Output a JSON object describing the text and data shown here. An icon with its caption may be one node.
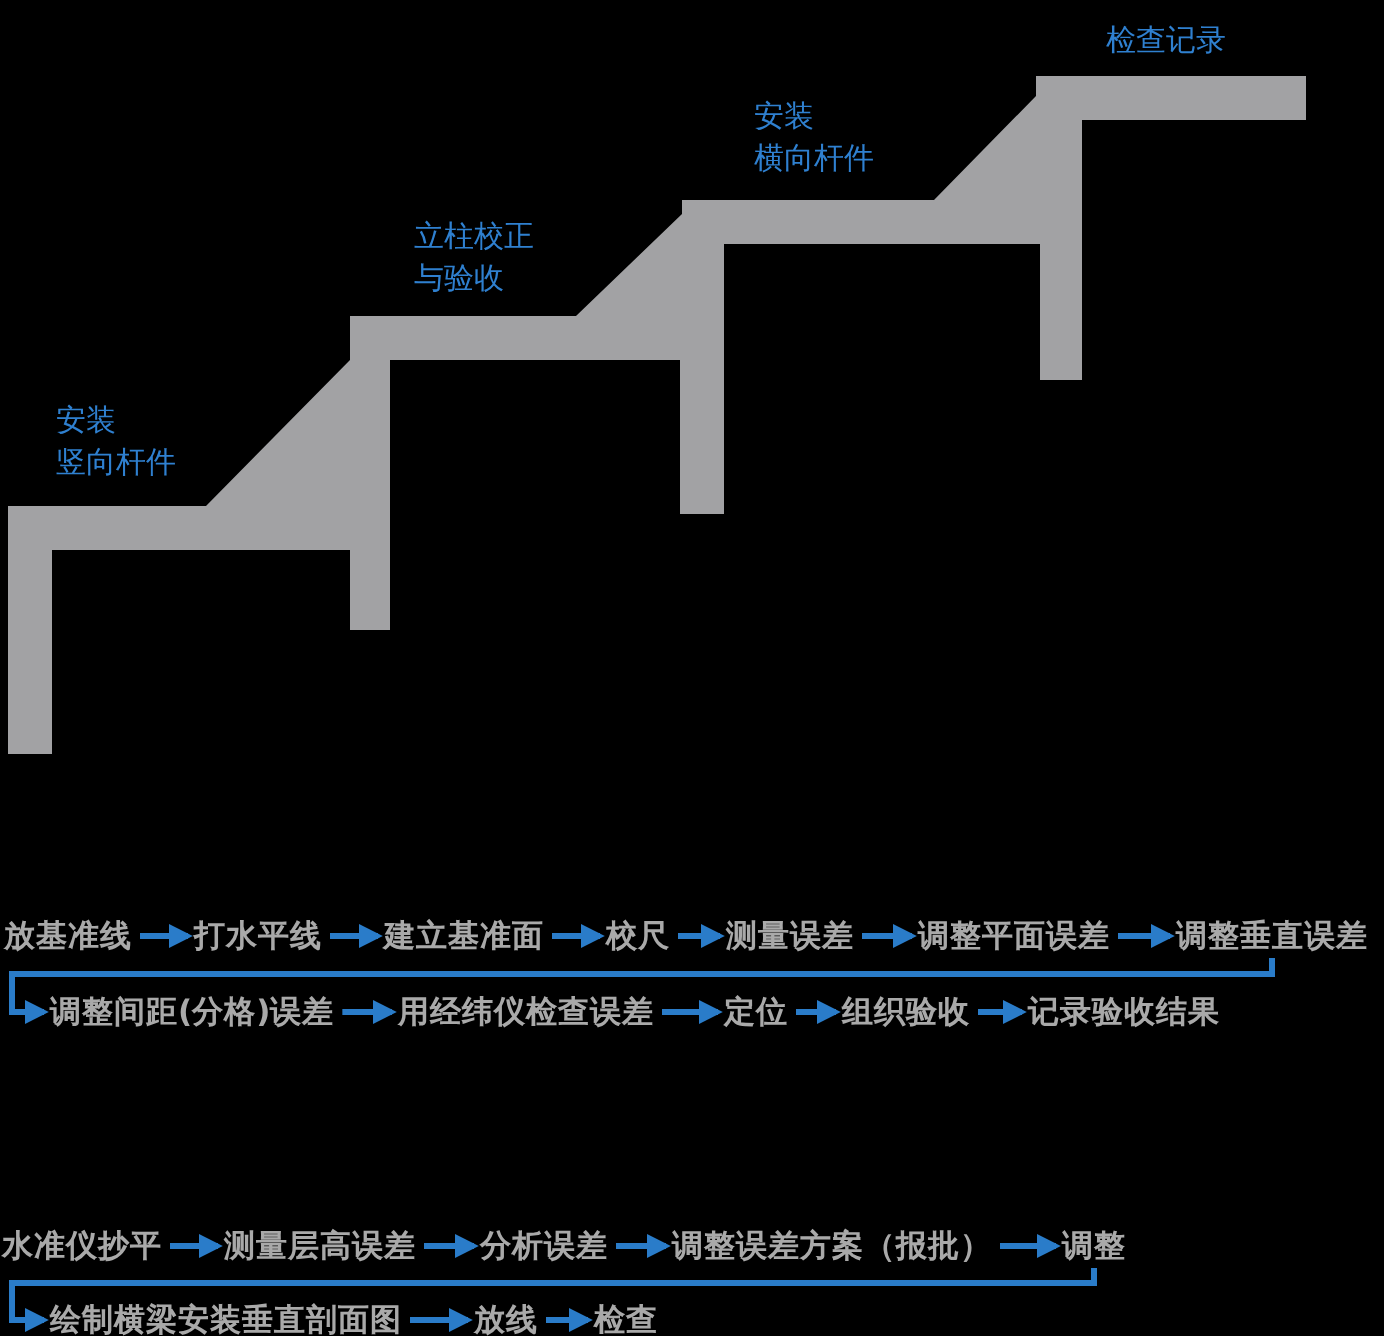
{
  "diagram": {
    "nodes": [
      {
        "text": [
          "放基准线"
        ]
      },
      {
        "text": [
          "打水平线"
        ]
      },
      {
        "text": [
          "建立基准面"
        ]
      },
      {
        "text": [
          "校尺"
        ]
      },
      {
        "text": [
          "测量误差"
        ]
      },
      {
        "text": [
          "调整平面误差"
        ]
      },
      {
        "text": [
          "调整垂直误差"
        ]
      },
      {
        "text": [
          "调整间距(分格)误差"
        ]
      },
      {
        "text": [
          "用经纬仪检查误差"
        ]
      },
      {
        "text": [
          "定位"
        ]
      },
      {
        "text": [
          "组织验收"
        ]
      },
      {
        "text": [
          "记录验收结果"
        ]
      },
      {
        "text": [
          "水准仪抄平"
        ]
      },
      {
        "text": [
          "测量层高误差"
        ]
      },
      {
        "text": [
          "分析误差"
        ]
      },
      {
        "text": [
          "调整误差方案（报批）"
        ]
      },
      {
        "text": [
          "调整"
        ]
      },
      {
        "text": [
          "绘制横梁安装垂直剖面图"
        ]
      },
      {
        "text": [
          "放线"
        ]
      },
      {
        "text": [
          "检查"
        ]
      }
    ],
    "edges": [
      {
        "from": 0,
        "to": 1,
        "arrow": "to"
      },
      {
        "from": 1,
        "to": 2,
        "arrow": "to"
      },
      {
        "from": 2,
        "to": 3,
        "arrow": "to"
      },
      {
        "from": 3,
        "to": 4,
        "arrow": "to"
      },
      {
        "from": 4,
        "to": 5,
        "arrow": "to"
      },
      {
        "from": 5,
        "to": 6,
        "arrow": "to"
      },
      {
        "from": 6,
        "to": 7,
        "arrow": "to"
      },
      {
        "from": 7,
        "to": 8,
        "arrow": "to"
      },
      {
        "from": 8,
        "to": 9,
        "arrow": "to"
      },
      {
        "from": 9,
        "to": 10,
        "arrow": "to"
      },
      {
        "from": 10,
        "to": 11,
        "arrow": "to"
      },
      {
        "from": 12,
        "to": 13,
        "arrow": "to"
      },
      {
        "from": 13,
        "to": 14,
        "arrow": "to"
      },
      {
        "from": 14,
        "to": 15,
        "arrow": "to"
      },
      {
        "from": 15,
        "to": 16,
        "arrow": "to"
      },
      {
        "from": 16,
        "to": 17,
        "arrow": "to"
      },
      {
        "from": 17,
        "to": 18,
        "arrow": "to"
      },
      {
        "from": 18,
        "to": 19,
        "arrow": "to"
      }
    ],
    "labels": [
      "检查记录",
      "安装横向杆件",
      "立柱校正与验收",
      "安装竖向杆件"
    ]
  }
}
